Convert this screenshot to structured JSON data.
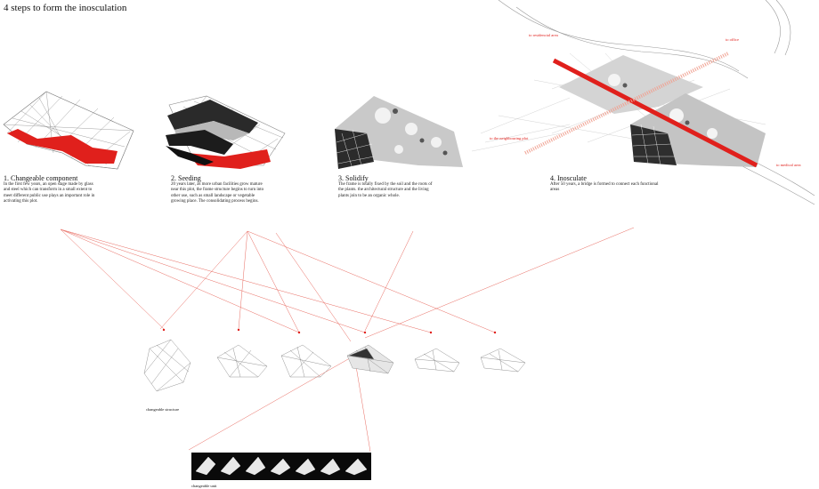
{
  "title": "4 steps to form the inosculation",
  "steps": [
    {
      "title": "1. Changeable component",
      "lines": [
        "In the first few years, an open stage made by glass",
        "and steel which can transform in a small extent to",
        "meet different public use plays an important role in",
        "activating this plot."
      ]
    },
    {
      "title": "2. Seeding",
      "lines": [
        "20 years later, as more urban facilities grow mature",
        "near this plot, the frame structure begins to turn into",
        "other use, such as small landscape or vegetable",
        "growing place. The consolidating process begins."
      ]
    },
    {
      "title": "3. Solidify",
      "lines": [
        "The frame is totally fixed by the soil and the roots of",
        "the plants. the architectural structure and the living",
        "plants join to be an organic whole."
      ]
    },
    {
      "title": "4. Inosculate",
      "lines": [
        "After 50 years, a bridge is formed to connect each functional",
        "areas"
      ]
    }
  ],
  "site_labels": {
    "residential": "to residencial area",
    "office": "to office",
    "neighbouring": "to the neighbouring plot",
    "medical": "to medical area"
  },
  "captions": {
    "structure": "changeable structure",
    "unit": "changeable unit"
  },
  "colors": {
    "accent": "#e0201c",
    "line": "#e86a60",
    "frame": "#7a7a7a"
  }
}
